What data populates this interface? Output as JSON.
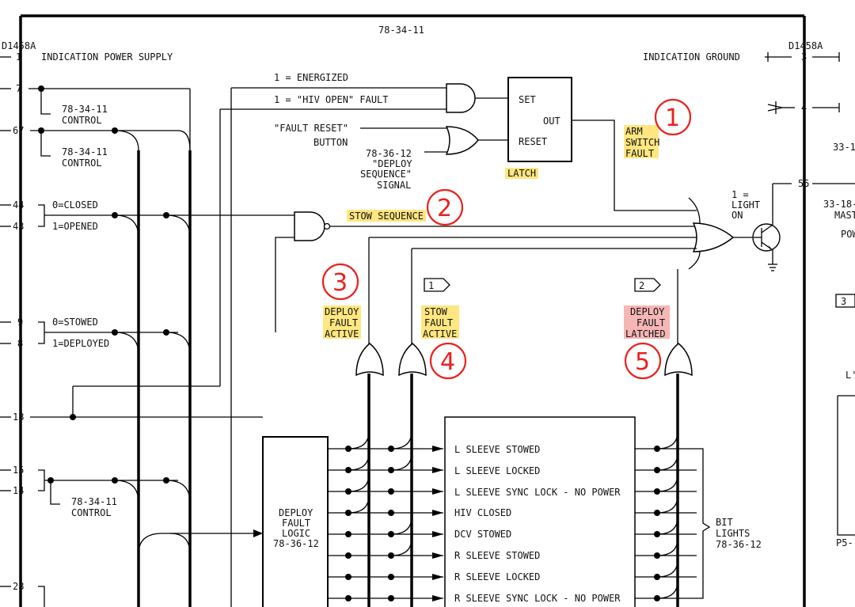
{
  "colors": {
    "wire": "#000000",
    "highlight": "#ffe680",
    "highlight_pink": "#f5b6b6",
    "callout": "#e8231f"
  },
  "header": {
    "ref": "78-34-11"
  },
  "left_connector": {
    "id": "D1458A",
    "pins": [
      {
        "pin": "1",
        "label": "INDICATION POWER SUPPLY"
      },
      {
        "pin": "7",
        "label": ""
      },
      {
        "pin": "67",
        "label": ""
      },
      {
        "pin": "44",
        "label": "0=CLOSED"
      },
      {
        "pin": "43",
        "label": "1=OPENED"
      },
      {
        "pin": "9",
        "label": "0=STOWED"
      },
      {
        "pin": "8",
        "label": "1=DEPLOYED"
      },
      {
        "pin": "18",
        "label": ""
      },
      {
        "pin": "15",
        "label": ""
      },
      {
        "pin": "14",
        "label": ""
      },
      {
        "pin": "28",
        "label": ""
      }
    ],
    "control_refs": [
      {
        "ref": "78-34-11",
        "label": "CONTROL"
      },
      {
        "ref": "78-34-11",
        "label": "CONTROL"
      },
      {
        "ref": "78-34-11",
        "label": "CONTROL"
      }
    ]
  },
  "right_connector": {
    "id": "D1458A",
    "ground_label": "INDICATION GROUND",
    "pins": [
      "3",
      "4",
      "55"
    ],
    "light_label": [
      "1 =",
      "LIGHT",
      "ON"
    ],
    "partial_labels": [
      "33-1",
      "33-18-",
      "MAST",
      "POW",
      "3",
      "L'",
      "P5-"
    ]
  },
  "signals": {
    "energized": "1 = ENERGIZED",
    "hiv_open_fault": "1 = \"HIV OPEN\" FAULT",
    "fault_reset": [
      "\"FAULT RESET\"",
      "BUTTON"
    ],
    "deploy_sequence": [
      "78-36-12",
      "\"DEPLOY",
      "SEQUENCE\"",
      "SIGNAL"
    ]
  },
  "latch": {
    "set": "SET",
    "out": "OUT",
    "reset": "RESET",
    "label": "LATCH"
  },
  "annotations": {
    "arm_switch_fault": [
      "ARM",
      "SWITCH",
      "FAULT"
    ],
    "stow_sequence": "STOW SEQUENCE",
    "deploy_fault_active": [
      "DEPLOY",
      "FAULT",
      "ACTIVE"
    ],
    "stow_fault_active": [
      "STOW",
      "FAULT",
      "ACTIVE"
    ],
    "deploy_fault_latched": [
      "DEPLOY",
      "FAULT",
      "LATCHED"
    ]
  },
  "callouts": [
    "1",
    "2",
    "3",
    "4",
    "5"
  ],
  "flags": [
    "1",
    "2"
  ],
  "logic_block": [
    "DEPLOY",
    "FAULT",
    "LOGIC",
    "78-36-12"
  ],
  "bit_list": [
    "L SLEEVE STOWED",
    "L SLEEVE LOCKED",
    "L SLEEVE SYNC LOCK - NO POWER",
    "HIV CLOSED",
    "DCV STOWED",
    "R SLEEVE STOWED",
    "R SLEEVE LOCKED",
    "R SLEEVE SYNC LOCK - NO POWER"
  ],
  "bit_lights": [
    "BIT",
    "LIGHTS",
    "78-36-12"
  ]
}
